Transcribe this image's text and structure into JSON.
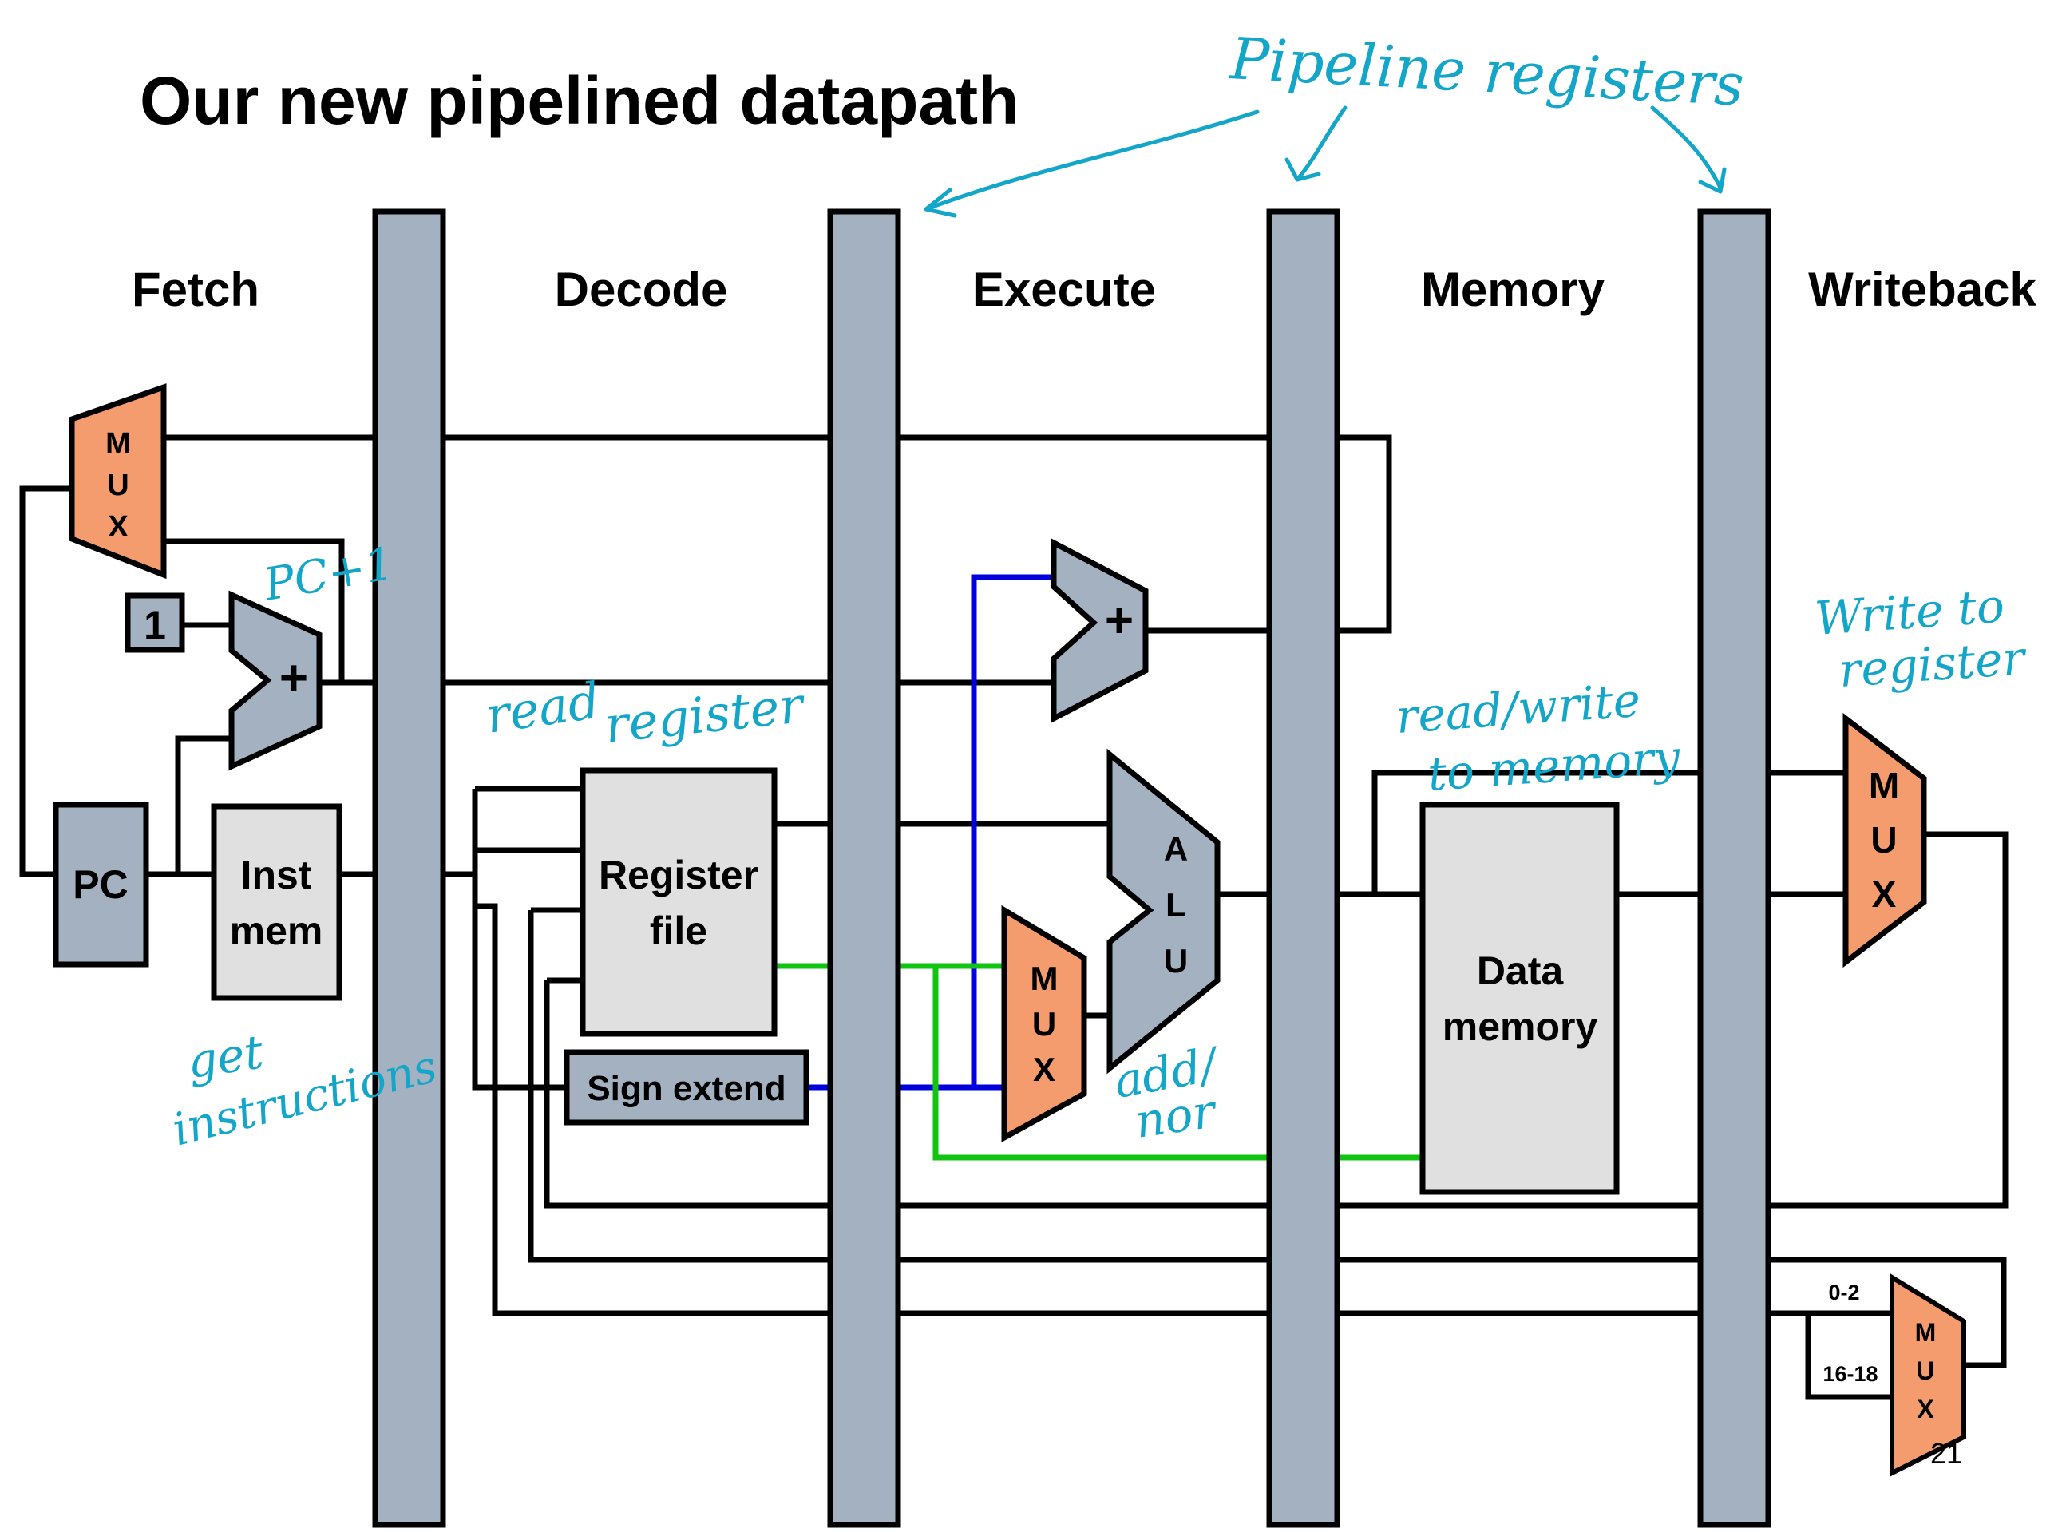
{
  "title": "Our new pipelined datapath",
  "slide_number": "21",
  "stages": [
    "Fetch",
    "Decode",
    "Execute",
    "Memory",
    "Writeback"
  ],
  "blocks": {
    "pc": "PC",
    "inst_mem": [
      "Inst",
      "mem"
    ],
    "register_file": [
      "Register",
      "file"
    ],
    "sign_extend": "Sign extend",
    "data_memory": [
      "Data",
      "memory"
    ],
    "constant_one": "1",
    "plus": "+",
    "mux_letters": [
      "M",
      "U",
      "X"
    ],
    "alu_letters": [
      "A",
      "L",
      "U"
    ],
    "dest_mux_inputs": [
      "0-2",
      "16-18"
    ]
  },
  "annotations": {
    "pipeline_registers": "Pipeline registers",
    "pc_plus_one": "PC+1",
    "read_register": [
      "read",
      "register"
    ],
    "get_instructions": [
      "get",
      "instructions"
    ],
    "add_nor": [
      "add/",
      "nor"
    ],
    "read_write_memory": [
      "read/write",
      "to memory"
    ],
    "write_to_register": [
      "Write to",
      "register"
    ]
  },
  "colors": {
    "pipeline_register": "#a3b1c0",
    "mux": "#f59c6e",
    "block_gray": "#e0e0e0",
    "block_slate": "#a3b1c0",
    "wire": "#000000",
    "wire_blue": "#0000dd",
    "wire_green": "#11c411",
    "ink": "#14a6c8"
  }
}
